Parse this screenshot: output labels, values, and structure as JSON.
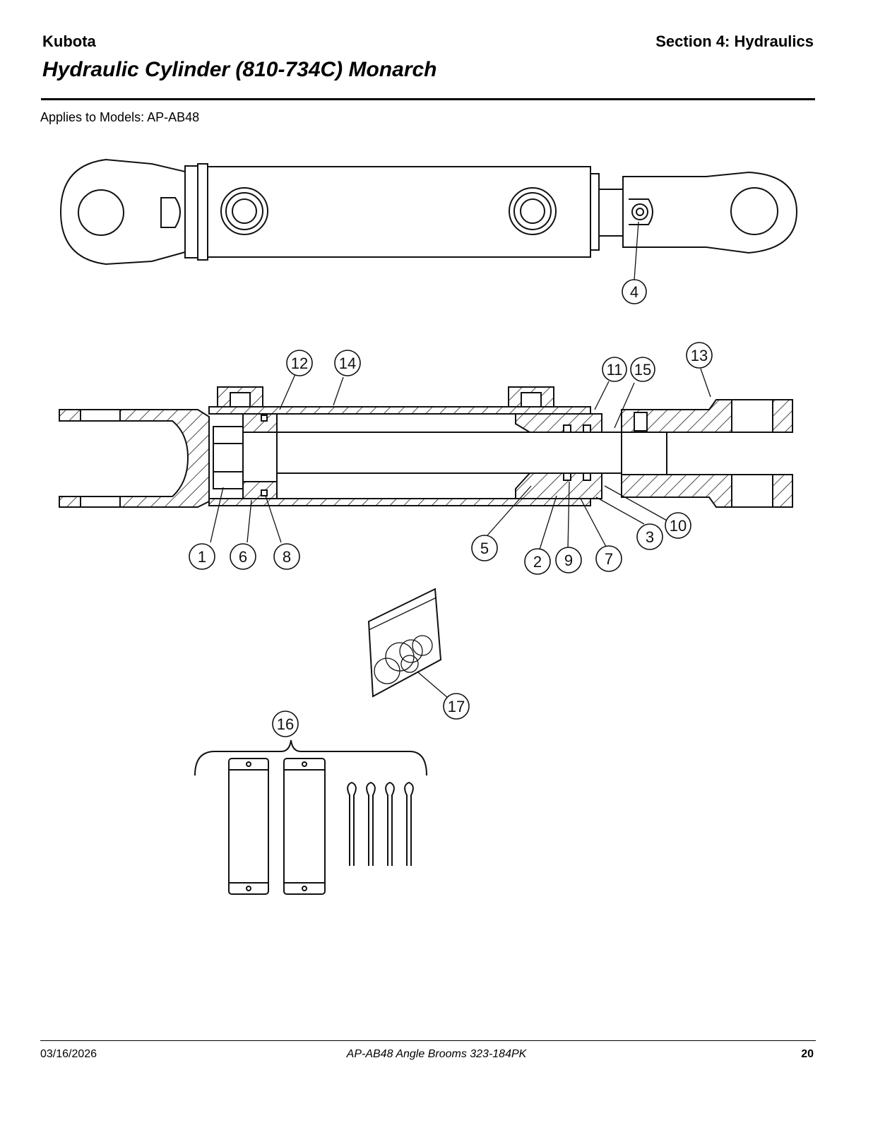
{
  "header": {
    "brand": "Kubota",
    "section": "Section 4: Hydraulics",
    "title": "Hydraulic Cylinder (810-734C) Monarch",
    "applies": "Applies to Models: AP-AB48"
  },
  "footer": {
    "date": "03/16/2026",
    "doc": "AP-AB48  Angle Brooms  323-184PK",
    "page": "20"
  },
  "callouts": {
    "c1": "1",
    "c2": "2",
    "c3": "3",
    "c4": "4",
    "c5": "5",
    "c6": "6",
    "c7": "7",
    "c8": "8",
    "c9": "9",
    "c10": "10",
    "c11": "11",
    "c12": "12",
    "c13": "13",
    "c14": "14",
    "c15": "15",
    "c16": "16",
    "c17": "17"
  }
}
